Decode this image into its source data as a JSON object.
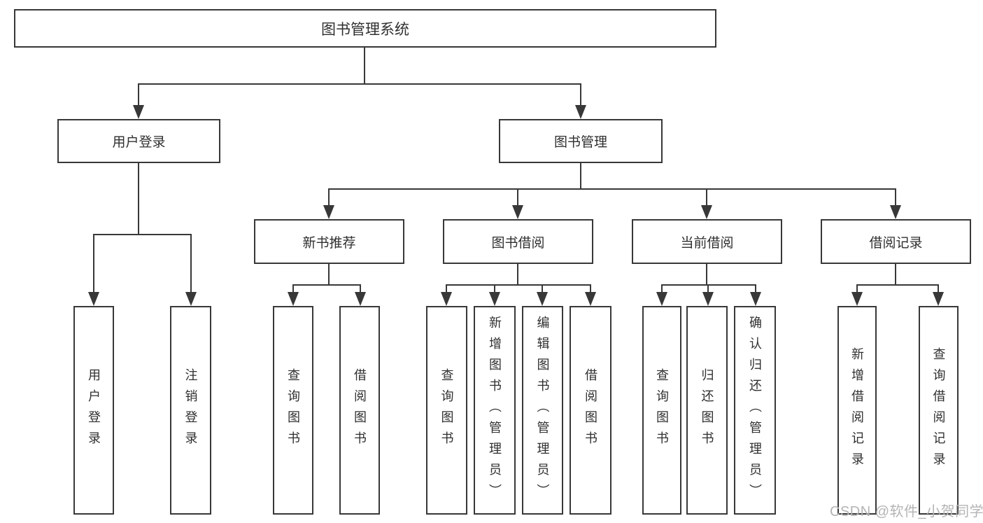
{
  "watermark": "CSDN @软件_小贺同学",
  "colors": {
    "line": "#383838",
    "box_border": "#383838",
    "text": "#2f2f2f",
    "watermark": "#b4b4b4",
    "background": "#ffffff"
  },
  "nodes": {
    "root": {
      "label": "图书管理系统"
    },
    "user_login": {
      "label": "用户登录"
    },
    "book_management": {
      "label": "图书管理"
    },
    "new_book_recommend": {
      "label": "新书推荐"
    },
    "book_borrow": {
      "label": "图书借阅"
    },
    "current_borrow": {
      "label": "当前借阅"
    },
    "borrow_records": {
      "label": "借阅记录"
    },
    "leaf_user_login": {
      "label": "用户登录"
    },
    "leaf_logout": {
      "label": "注销登录"
    },
    "leaf_query_books_1": {
      "label": "查询图书"
    },
    "leaf_borrow_books_1": {
      "label": "借阅图书"
    },
    "leaf_query_books_2": {
      "label": "查询图书"
    },
    "leaf_add_books_admin": {
      "label": "新增图书（管理员）"
    },
    "leaf_edit_books_admin": {
      "label": "编辑图书（管理员）"
    },
    "leaf_borrow_books_2": {
      "label": "借阅图书"
    },
    "leaf_query_books_3": {
      "label": "查询图书"
    },
    "leaf_return_books": {
      "label": "归还图书"
    },
    "leaf_confirm_return_admin": {
      "label": "确认归还（管理员）"
    },
    "leaf_add_borrow_record": {
      "label": "新增借阅记录"
    },
    "leaf_query_borrow_record": {
      "label": "查询借阅记录"
    }
  },
  "structure": {
    "root": "图书管理系统",
    "children": [
      {
        "label": "用户登录",
        "children": [
          "用户登录",
          "注销登录"
        ]
      },
      {
        "label": "图书管理",
        "children": [
          {
            "label": "新书推荐",
            "children": [
              "查询图书",
              "借阅图书"
            ]
          },
          {
            "label": "图书借阅",
            "children": [
              "查询图书",
              "新增图书（管理员）",
              "编辑图书（管理员）",
              "借阅图书"
            ]
          },
          {
            "label": "当前借阅",
            "children": [
              "查询图书",
              "归还图书",
              "确认归还（管理员）"
            ]
          },
          {
            "label": "借阅记录",
            "children": [
              "新增借阅记录",
              "查询借阅记录"
            ]
          }
        ]
      }
    ]
  }
}
